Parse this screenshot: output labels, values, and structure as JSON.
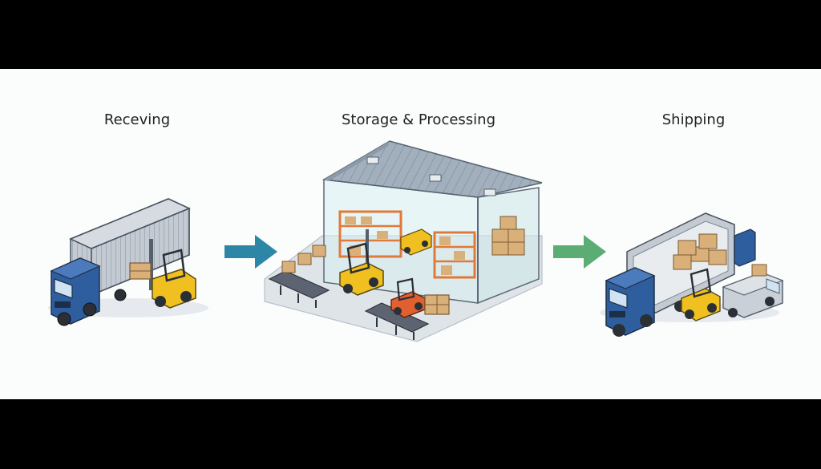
{
  "stages": {
    "receiving": {
      "label": "Receving"
    },
    "storage": {
      "label": "Storage & Processing"
    },
    "shipping": {
      "label": "Shipping"
    }
  },
  "colors": {
    "background": "#fbfcfc",
    "frame": "#000000",
    "truck_cab": "#2f5e9e",
    "container": "#b9c2cc",
    "forklift": "#f0c020",
    "forklift_red": "#e06030",
    "box": "#d9b07a",
    "rack": "#e07a3a",
    "roof": "#97a4b2",
    "arrow_receiving": "#2e86a6",
    "arrow_shipping": "#5cad74"
  },
  "icons": [
    "truck-icon",
    "forklift-icon",
    "warehouse-icon",
    "conveyor-icon",
    "box-icon",
    "van-icon",
    "arrow-right-icon"
  ]
}
